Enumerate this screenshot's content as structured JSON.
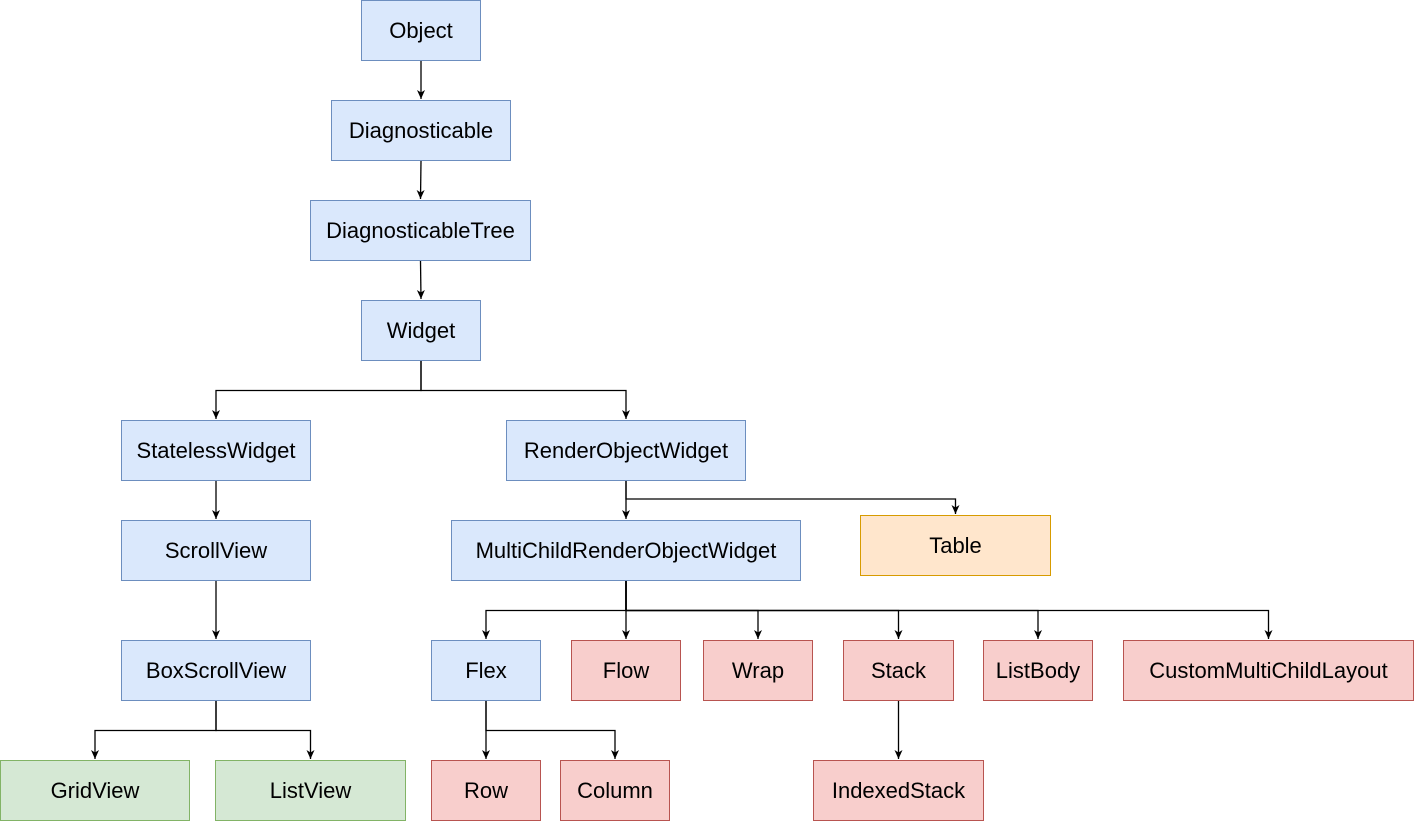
{
  "colors": {
    "blue_fill": "#dae8fc",
    "blue_stroke": "#6c8ebf",
    "green_fill": "#d5e8d4",
    "green_stroke": "#82b366",
    "orange_fill": "#ffe6cc",
    "orange_stroke": "#d79b00",
    "red_fill": "#f8cecc",
    "red_stroke": "#b85450",
    "edge": "#000000"
  },
  "nodes": {
    "object": {
      "label": "Object",
      "style": "blue"
    },
    "diagnosticable": {
      "label": "Diagnosticable",
      "style": "blue"
    },
    "diagtree": {
      "label": "DiagnosticableTree",
      "style": "blue"
    },
    "widget": {
      "label": "Widget",
      "style": "blue"
    },
    "stateless": {
      "label": "StatelessWidget",
      "style": "blue"
    },
    "renderobj": {
      "label": "RenderObjectWidget",
      "style": "blue"
    },
    "scrollview": {
      "label": "ScrollView",
      "style": "blue"
    },
    "multichild": {
      "label": "MultiChildRenderObjectWidget",
      "style": "blue"
    },
    "table": {
      "label": "Table",
      "style": "orange"
    },
    "boxscroll": {
      "label": "BoxScrollView",
      "style": "blue"
    },
    "flex": {
      "label": "Flex",
      "style": "blue"
    },
    "flow": {
      "label": "Flow",
      "style": "red"
    },
    "wrap": {
      "label": "Wrap",
      "style": "red"
    },
    "stack": {
      "label": "Stack",
      "style": "red"
    },
    "listbody": {
      "label": "ListBody",
      "style": "red"
    },
    "custommulti": {
      "label": "CustomMultiChildLayout",
      "style": "red"
    },
    "gridview": {
      "label": "GridView",
      "style": "green"
    },
    "listview": {
      "label": "ListView",
      "style": "green"
    },
    "row": {
      "label": "Row",
      "style": "red"
    },
    "column": {
      "label": "Column",
      "style": "red"
    },
    "indexedstack": {
      "label": "IndexedStack",
      "style": "red"
    }
  },
  "edges": [
    [
      "object",
      "diagnosticable"
    ],
    [
      "diagnosticable",
      "diagtree"
    ],
    [
      "diagtree",
      "widget"
    ],
    [
      "widget",
      "stateless"
    ],
    [
      "widget",
      "renderobj"
    ],
    [
      "stateless",
      "scrollview"
    ],
    [
      "scrollview",
      "boxscroll"
    ],
    [
      "boxscroll",
      "gridview"
    ],
    [
      "boxscroll",
      "listview"
    ],
    [
      "renderobj",
      "multichild"
    ],
    [
      "renderobj",
      "table"
    ],
    [
      "multichild",
      "flex"
    ],
    [
      "multichild",
      "flow"
    ],
    [
      "multichild",
      "wrap"
    ],
    [
      "multichild",
      "stack"
    ],
    [
      "multichild",
      "listbody"
    ],
    [
      "multichild",
      "custommulti"
    ],
    [
      "flex",
      "row"
    ],
    [
      "flex",
      "column"
    ],
    [
      "stack",
      "indexedstack"
    ]
  ]
}
